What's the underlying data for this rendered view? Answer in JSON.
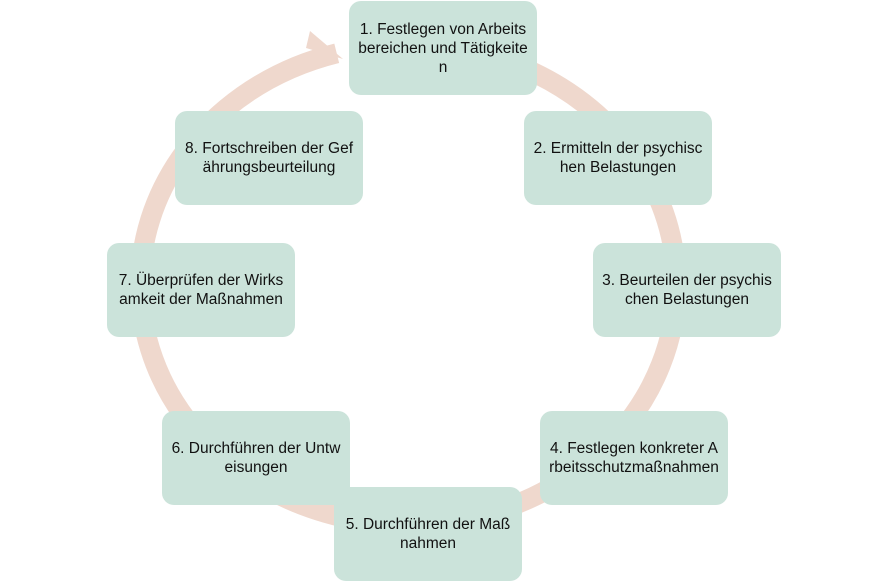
{
  "diagram": {
    "type": "cycle",
    "ring_color": "#efd8cd",
    "box_color": "#cbe3da",
    "text_color": "#111111",
    "steps": [
      {
        "label": "1. Festlegen von Arbeitsbereichen und Tätigkeiten"
      },
      {
        "label": "2. Ermitteln der psychischen Belastungen"
      },
      {
        "label": "3. Beurteilen der psychischen Belastungen"
      },
      {
        "label": "4. Festlegen konkreter Arbeitsschutzmaßnahmen"
      },
      {
        "label": "5. Durchführen der Maßnahmen"
      },
      {
        "label": "6. Durchführen der Untweisungen"
      },
      {
        "label": "7. Überprüfen der Wirksamkeit der Maßnahmen"
      },
      {
        "label": "8. Fortschreiben der Gefährungsbeurteilung"
      }
    ]
  }
}
